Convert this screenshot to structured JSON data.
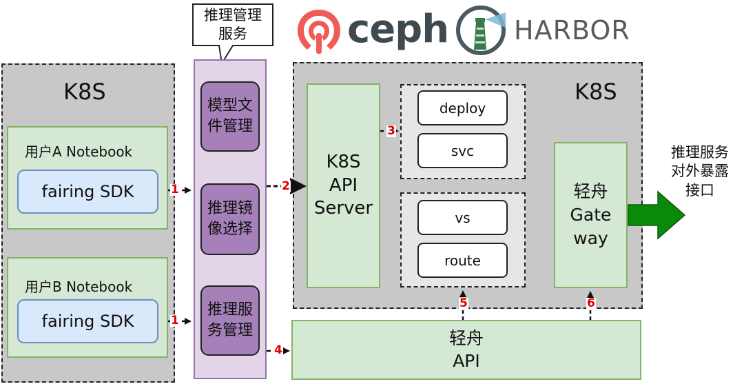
{
  "callout": {
    "text": "推理管理\n服务"
  },
  "logos": {
    "ceph": "ceph",
    "harbor": "HARBOR"
  },
  "left_cluster": {
    "title": "K8S",
    "notebook_a": {
      "label": "用户A Notebook",
      "sdk": "fairing SDK"
    },
    "notebook_b": {
      "label": "用户B Notebook",
      "sdk": "fairing SDK"
    }
  },
  "middle_column": {
    "items": [
      "模型文\n件管理",
      "推理镜\n像选择",
      "推理服\n务管理"
    ]
  },
  "right_cluster": {
    "title": "K8S",
    "api_server": "K8S\nAPI\nServer",
    "group1": [
      "deploy",
      "svc"
    ],
    "group2": [
      "vs",
      "route"
    ],
    "gateway": "轻舟\nGate\nway"
  },
  "bottom_api": "轻舟\nAPI",
  "external_label": "推理服务\n对外暴露\n接口",
  "steps": [
    "1",
    "1",
    "2",
    "3",
    "4",
    "5",
    "6"
  ],
  "colors": {
    "cluster_bg": "#c8c8c8",
    "green_fill": "#d5e8d4",
    "green_border": "#82b366",
    "sdk_fill": "#dae8fc",
    "purple_column": "#e1d5e7",
    "purple_box": "#a680b8",
    "step_number": "#e00000",
    "exposure_arrow": "#0a8a0a",
    "ceph_red": "#ef5c55"
  }
}
